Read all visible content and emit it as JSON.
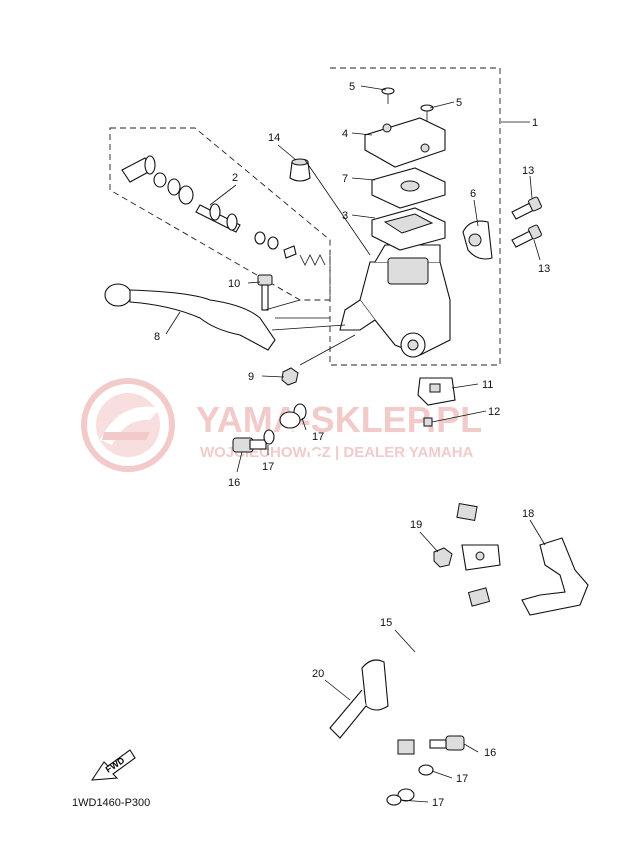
{
  "watermark": {
    "brand": "YAMA-SKLEP.PL",
    "tagline": "WOJCIECHOWICZ | DEALER YAMAHA",
    "color": "#e8a0a0"
  },
  "diagram_code": "1WD1460-P300",
  "fwd_label": "FWD",
  "callouts": [
    {
      "id": "c1",
      "text": "1"
    },
    {
      "id": "c2",
      "text": "2"
    },
    {
      "id": "c3",
      "text": "3"
    },
    {
      "id": "c4",
      "text": "4"
    },
    {
      "id": "c5a",
      "text": "5"
    },
    {
      "id": "c5b",
      "text": "5"
    },
    {
      "id": "c6",
      "text": "6"
    },
    {
      "id": "c7",
      "text": "7"
    },
    {
      "id": "c8",
      "text": "8"
    },
    {
      "id": "c9",
      "text": "9"
    },
    {
      "id": "c10",
      "text": "10"
    },
    {
      "id": "c11",
      "text": "11"
    },
    {
      "id": "c12",
      "text": "12"
    },
    {
      "id": "c13a",
      "text": "13"
    },
    {
      "id": "c13b",
      "text": "13"
    },
    {
      "id": "c14",
      "text": "14"
    },
    {
      "id": "c15",
      "text": "15"
    },
    {
      "id": "c16a",
      "text": "16"
    },
    {
      "id": "c16b",
      "text": "16"
    },
    {
      "id": "c17a",
      "text": "17"
    },
    {
      "id": "c17b",
      "text": "17"
    },
    {
      "id": "c17c",
      "text": "17"
    },
    {
      "id": "c17d",
      "text": "17"
    },
    {
      "id": "c18",
      "text": "18"
    },
    {
      "id": "c19",
      "text": "19"
    },
    {
      "id": "c20",
      "text": "20"
    }
  ]
}
